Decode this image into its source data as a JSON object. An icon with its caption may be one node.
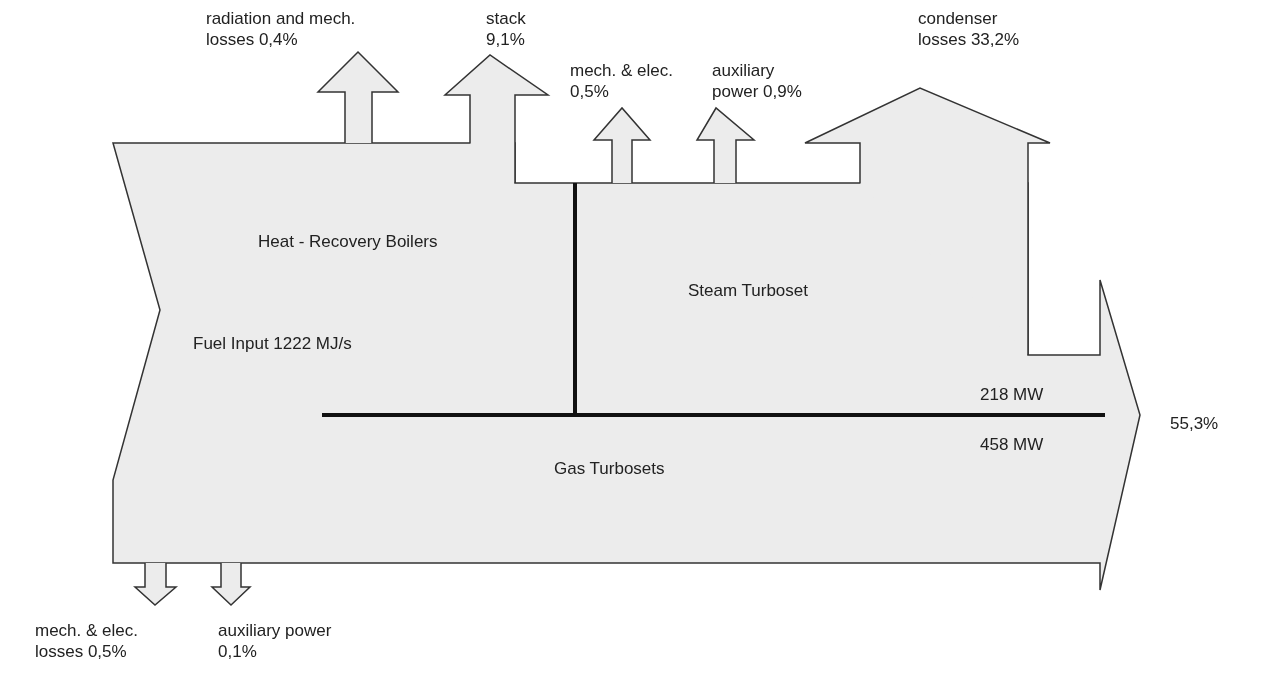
{
  "diagram": {
    "nodes": [
      {
        "text": [
          "Heat - Recovery Boilers",
          "Fuel Input 1222 MJ/s",
          "Steam Turboset",
          "218 MW",
          "458 MW",
          "Gas Turbosets"
        ],
        "beside": [
          "55,3%"
        ]
      }
    ],
    "labels": [
      "radiation and mech. losses 0,4%",
      "stack 9,1%",
      "condenser losses 33,2%",
      "mech. & elec. 0,5%",
      "auxiliary power 0,9%",
      "mech. & elec. losses 0,5%",
      "auxiliary power 0,1%"
    ]
  }
}
